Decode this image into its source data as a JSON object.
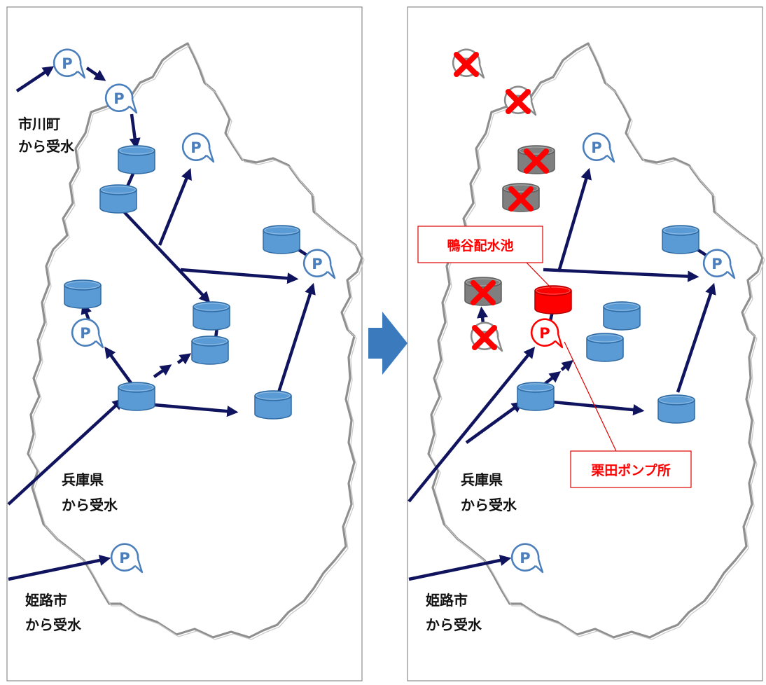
{
  "colors": {
    "flow_arrow": "#10145e",
    "tank_fill": "#5b9bd5",
    "tank_stroke": "#2f6aa3",
    "pump_outline": "#4a7fbc",
    "disabled_gray": "#7f7f7f",
    "cross_red": "#ff0000",
    "highlight_red": "#ff0000",
    "transition_arrow": "#3a7abd"
  },
  "icons": {
    "pump": "pump-station-icon",
    "tank": "reservoir-tank-icon",
    "removed": "red-cross-icon",
    "transition": "right-arrow-icon"
  },
  "pump_letter": "P",
  "left_panel": {
    "labels": {
      "ichikawa_line1": "市川町",
      "ichikawa_line2": "から受水",
      "hyogo_line1": "兵庫県",
      "hyogo_line2": "から受水",
      "himeji_line1": "姫路市",
      "himeji_line2": "から受水"
    }
  },
  "right_panel": {
    "labels": {
      "hyogo_line1": "兵庫県",
      "hyogo_line2": "から受水",
      "himeji_line1": "姫路市",
      "himeji_line2": "から受水"
    },
    "callouts": {
      "kamotani": "鴨谷配水池",
      "kurida": "栗田ポンプ所"
    }
  }
}
